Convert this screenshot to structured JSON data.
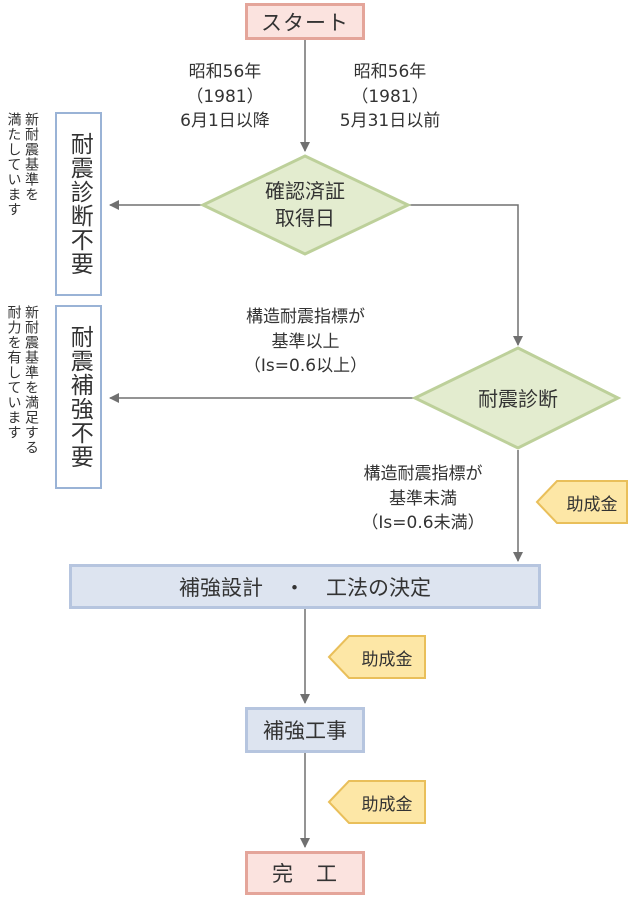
{
  "start": "スタート",
  "end": "完　工",
  "decision1": [
    "確認済証",
    "取得日"
  ],
  "decision2": "耐震診断",
  "branch_after_1981": [
    "昭和56年",
    "（1981）",
    "6月1日以降"
  ],
  "branch_before_1981": [
    "昭和56年",
    "（1981）",
    "5月31日以前"
  ],
  "branch_meets": [
    "構造耐震指標が",
    "基準以上",
    "（Is=0.6以上）"
  ],
  "branch_fails": [
    "構造耐震指標が",
    "基準未満",
    "（Is=0.6未満）"
  ],
  "side_box_1": "耐震診断不要",
  "side_box_2": "耐震補強不要",
  "side_note_1": [
    "新耐震基準を",
    "満たしています"
  ],
  "side_note_2": [
    "新耐震基準を満足する",
    "耐力を有しています"
  ],
  "design_step": "補強設計　・　工法の決定",
  "work_step": "補強工事",
  "subsidy_label": "助成金",
  "colors": {
    "start_fill": "#fbe3df",
    "start_border": "#e4a59a",
    "diamond_fill": "#e3eccf",
    "diamond_border": "#bdd09a",
    "step_fill": "#dde4f0",
    "step_border": "#b6c5df",
    "subsidy_fill": "#fde7a6",
    "subsidy_border": "#e9bf5a",
    "arrow": "#707070"
  }
}
